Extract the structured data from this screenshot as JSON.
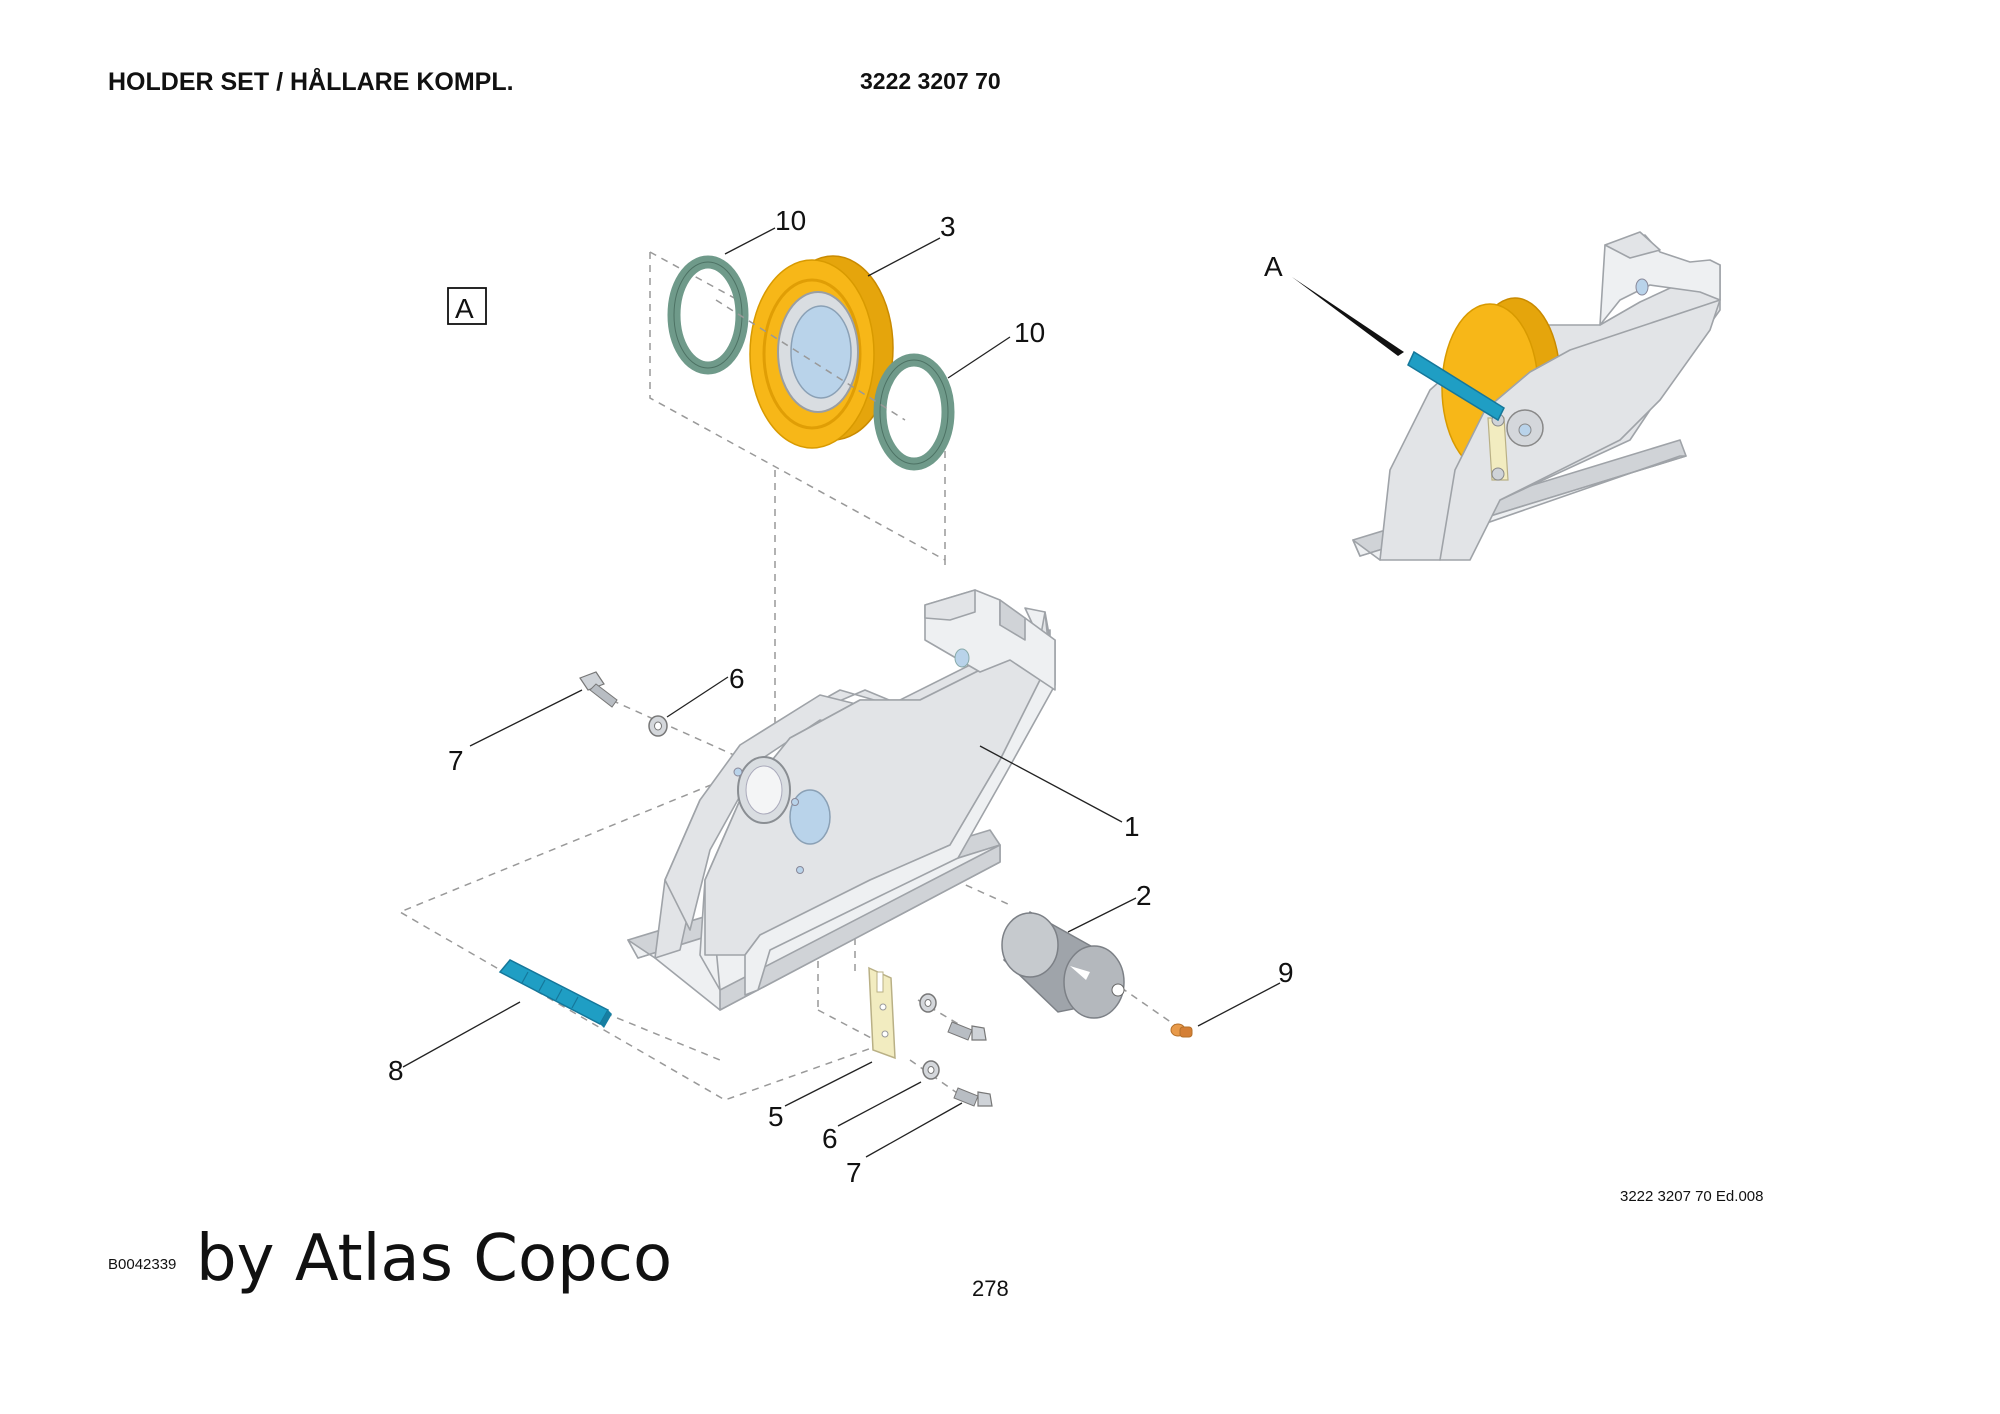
{
  "header": {
    "title": "HOLDER SET / HÅLLARE KOMPL.",
    "part_number": "3222 3207 70"
  },
  "diagram": {
    "detail_box_label": "A",
    "detail_pointer_label": "A",
    "callouts": {
      "c1": "1",
      "c2": "2",
      "c3": "3",
      "c5": "5",
      "c6a": "6",
      "c6b": "6",
      "c7a": "7",
      "c7b": "7",
      "c8": "8",
      "c9": "9",
      "c10a": "10",
      "c10b": "10"
    },
    "colors": {
      "pulley": "#f7b718",
      "seal_ring": "#6f9a8a",
      "pin": "#1f9ec4",
      "bracket": "#f2ecc0",
      "grease_nipple": "#e89a4a",
      "housing": "#e2e4e7",
      "bearing": "#b9d3ea"
    }
  },
  "footer": {
    "edition": "3222 3207 70 Ed.008",
    "image_code": "B0042339",
    "byline": "by Atlas Copco",
    "page_number": "278"
  }
}
